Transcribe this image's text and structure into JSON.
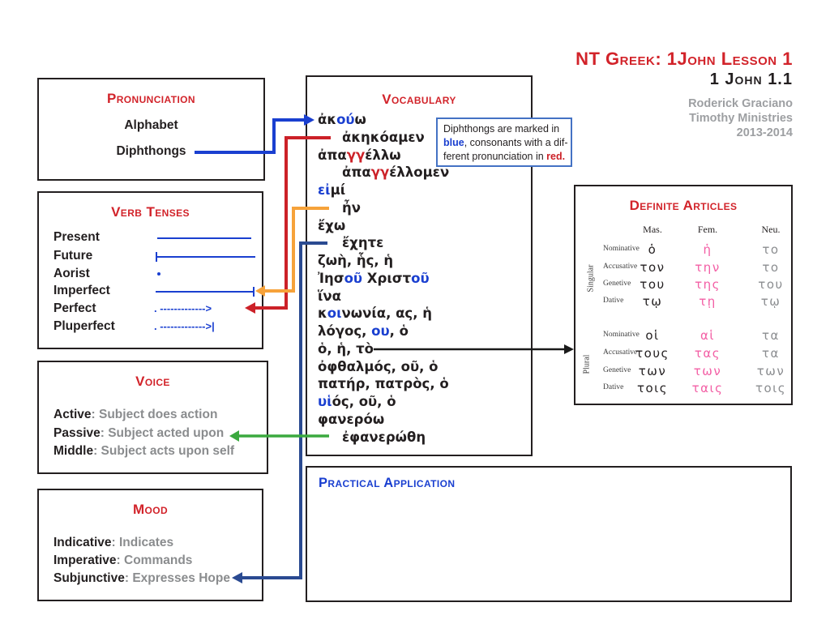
{
  "header": {
    "title": "NT Greek: 1John Lesson 1",
    "subtitle": "1 John 1.1",
    "credits": [
      "Roderick Graciano",
      "Timothy Ministries",
      "2013-2014"
    ]
  },
  "pronunciation": {
    "title": "Pronunciation",
    "items": [
      "Alphabet",
      "Diphthongs"
    ]
  },
  "verb_tenses": {
    "title": "Verb Tenses",
    "rows": [
      {
        "label": "Present",
        "glyph": "line"
      },
      {
        "label": "Future",
        "glyph": "line-left-tick"
      },
      {
        "label": "Aorist",
        "glyph": "dot"
      },
      {
        "label": "Imperfect",
        "glyph": "line-right-tick"
      },
      {
        "label": "Perfect",
        "glyph": "dashed-arrow",
        "notation": ". ------------->"
      },
      {
        "label": "Pluperfect",
        "glyph": "dashed-arrow-bar",
        "notation": ". ------------->|"
      }
    ]
  },
  "voice": {
    "title": "Voice",
    "rows": [
      {
        "term": "Active",
        "desc": "Subject does action"
      },
      {
        "term": "Passive",
        "desc": "Subject acted upon"
      },
      {
        "term": "Middle",
        "desc": "Subject acts upon self"
      }
    ]
  },
  "mood": {
    "title": "Mood",
    "rows": [
      {
        "term": "Indicative",
        "desc": "Indicates"
      },
      {
        "term": "Imperative",
        "desc": "Commands"
      },
      {
        "term": "Subjunctive",
        "desc": "Expresses Hope"
      }
    ]
  },
  "vocabulary": {
    "title": "Vocabulary",
    "items": [
      {
        "indent": 0,
        "segments": [
          [
            "ἀκ",
            "k"
          ],
          [
            "ού",
            "b"
          ],
          [
            "ω",
            "k"
          ]
        ]
      },
      {
        "indent": 1,
        "segments": [
          [
            "ἀκηκόαμεν",
            "k"
          ]
        ]
      },
      {
        "indent": 0,
        "segments": [
          [
            "ἀπα",
            "k"
          ],
          [
            "γγ",
            "r"
          ],
          [
            "έλλω",
            "k"
          ]
        ]
      },
      {
        "indent": 1,
        "segments": [
          [
            "ἀπα",
            "k"
          ],
          [
            "γγ",
            "r"
          ],
          [
            "έλλομεν",
            "k"
          ]
        ]
      },
      {
        "indent": 0,
        "segments": [
          [
            "εἰ",
            "b"
          ],
          [
            "μί",
            "k"
          ]
        ]
      },
      {
        "indent": 1,
        "segments": [
          [
            "ἦν",
            "k"
          ]
        ]
      },
      {
        "indent": 0,
        "segments": [
          [
            "ἔχω",
            "k"
          ]
        ]
      },
      {
        "indent": 1,
        "segments": [
          [
            "ἔχητε",
            "k"
          ]
        ]
      },
      {
        "indent": 0,
        "segments": [
          [
            "ζωὴ, ἧς, ἡ",
            "k"
          ]
        ]
      },
      {
        "indent": 0,
        "segments": [
          [
            "Ἰησ",
            "k"
          ],
          [
            "οῦ",
            "b"
          ],
          [
            " Χριστ",
            "k"
          ],
          [
            "οῦ",
            "b"
          ]
        ]
      },
      {
        "indent": 0,
        "segments": [
          [
            "ἵνα",
            "k"
          ]
        ]
      },
      {
        "indent": 0,
        "segments": [
          [
            "κ",
            "k"
          ],
          [
            "οι",
            "b"
          ],
          [
            "νωνία, ας, ἡ",
            "k"
          ]
        ]
      },
      {
        "indent": 0,
        "segments": [
          [
            "λόγος, ",
            "k"
          ],
          [
            "ου",
            "b"
          ],
          [
            ", ὁ",
            "k"
          ]
        ]
      },
      {
        "indent": 0,
        "segments": [
          [
            "ὁ, ἡ, τὸ",
            "k"
          ]
        ]
      },
      {
        "indent": 0,
        "segments": [
          [
            "ὀφθαλμός, οῦ, ὁ",
            "k"
          ]
        ]
      },
      {
        "indent": 0,
        "segments": [
          [
            "πατήρ, πατρὸς, ὁ",
            "k"
          ]
        ]
      },
      {
        "indent": 0,
        "segments": [
          [
            "υἱ",
            "b"
          ],
          [
            "ός, οῦ, ὁ",
            "k"
          ]
        ]
      },
      {
        "indent": 0,
        "segments": [
          [
            "φανερόω",
            "k"
          ]
        ]
      },
      {
        "indent": 1,
        "segments": [
          [
            "ἐφανερώθη",
            "k"
          ]
        ]
      }
    ]
  },
  "note": {
    "lines": [
      [
        [
          "Diphthongs are marked in",
          "k"
        ]
      ],
      [
        [
          "blue",
          "bb"
        ],
        [
          ", consonants with a dif-",
          "k"
        ]
      ],
      [
        [
          "ferent pronunciation in ",
          "k"
        ],
        [
          "red.",
          "rb"
        ]
      ]
    ]
  },
  "definite_articles": {
    "title": "Definite Articles",
    "col_headers": [
      "Mas.",
      "Fem.",
      "Neu."
    ],
    "groups": [
      {
        "label": "Singular",
        "rows": [
          {
            "case": "Nominative",
            "mas": "ὁ",
            "fem": "ἡ",
            "neu": "το"
          },
          {
            "case": "Accusative",
            "mas": "τον",
            "fem": "την",
            "neu": "το"
          },
          {
            "case": "Genetive",
            "mas": "του",
            "fem": "της",
            "neu": "του"
          },
          {
            "case": "Dative",
            "mas": "τῳ",
            "fem": "τῃ",
            "neu": "τῳ"
          }
        ]
      },
      {
        "label": "Plural",
        "rows": [
          {
            "case": "Nominative",
            "mas": "οἱ",
            "fem": "αἱ",
            "neu": "τα"
          },
          {
            "case": "Accusative",
            "mas": "τους",
            "fem": "τας",
            "neu": "τα"
          },
          {
            "case": "Genetive",
            "mas": "των",
            "fem": "των",
            "neu": "των"
          },
          {
            "case": "Dative",
            "mas": "τοις",
            "fem": "ταις",
            "neu": "τοις"
          }
        ]
      }
    ]
  },
  "practical_application": {
    "title": "Practical Application"
  },
  "colors": {
    "heading_red": "#d2232a",
    "blue": "#1a3fd0",
    "red": "#cc2128",
    "navy": "#2a4a91",
    "orange": "#f6a23a",
    "green": "#3ba93f",
    "pink": "#f35fa5",
    "gray": "#8b8d90"
  }
}
